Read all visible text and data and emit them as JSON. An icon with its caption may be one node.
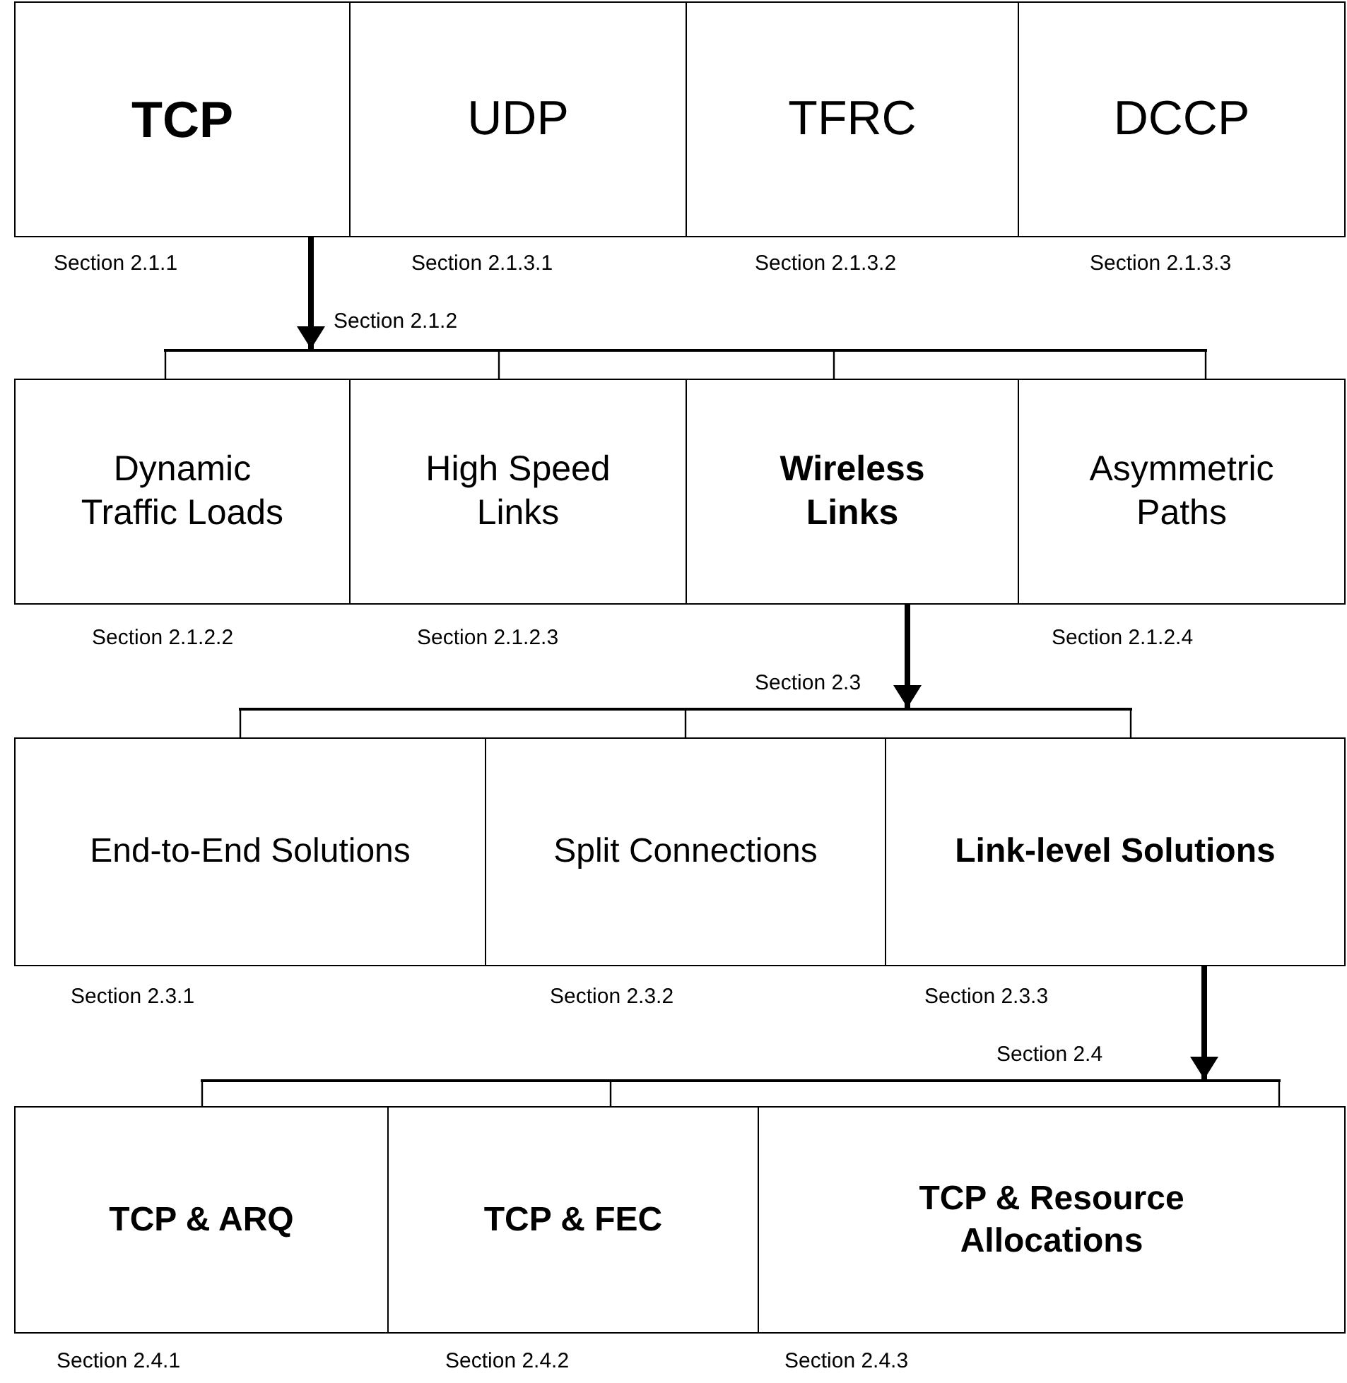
{
  "diagram": {
    "nodes": [
      {
        "text": [
          "TCP"
        ],
        "beside": [
          "Section 2.1.1"
        ]
      },
      {
        "text": [
          "UDP"
        ],
        "beside": [
          "Section 2.1.3.1"
        ]
      },
      {
        "text": [
          "TFRC"
        ],
        "beside": [
          "Section 2.1.3.2"
        ]
      },
      {
        "text": [
          "DCCP"
        ],
        "beside": [
          "Section 2.1.3.3"
        ]
      },
      {
        "text": [],
        "shape": "bar"
      },
      {
        "text": [
          "Dynamic Traffic Loads"
        ],
        "beside": [
          "Section 2.1.2.2"
        ]
      },
      {
        "text": [
          "High Speed Links"
        ],
        "beside": [
          "Section 2.1.2.3"
        ]
      },
      {
        "text": [
          "Wireless Links"
        ]
      },
      {
        "text": [
          "Asymmetric Paths"
        ],
        "beside": [
          "Section 2.1.2.4"
        ]
      },
      {
        "text": [],
        "shape": "bar"
      },
      {
        "text": [
          "End-to-End Solutions"
        ],
        "beside": [
          "Section 2.3.1"
        ]
      },
      {
        "text": [
          "Split Connections"
        ],
        "beside": [
          "Section 2.3.2"
        ]
      },
      {
        "text": [
          "Link-level Solutions"
        ],
        "beside": [
          "Section 2.3.3"
        ]
      },
      {
        "text": [],
        "shape": "bar"
      },
      {
        "text": [
          "TCP & ARQ"
        ],
        "beside": [
          "Section 2.4.1"
        ]
      },
      {
        "text": [
          "TCP & FEC"
        ],
        "beside": [
          "Section 2.4.2"
        ]
      },
      {
        "text": [
          "TCP & Resource Allocations"
        ],
        "beside": [
          "Section 2.4.3"
        ]
      }
    ],
    "edges": [
      {
        "from": 0,
        "to": 4,
        "arrow": "to",
        "label": "Section 2.1.2",
        "style": "thick"
      },
      {
        "from": 4,
        "to": 5,
        "arrow": "none"
      },
      {
        "from": 4,
        "to": 6,
        "arrow": "none"
      },
      {
        "from": 4,
        "to": 7,
        "arrow": "none"
      },
      {
        "from": 4,
        "to": 8,
        "arrow": "none"
      },
      {
        "from": 7,
        "to": 9,
        "arrow": "to",
        "label": "Section 2.3",
        "style": "thick"
      },
      {
        "from": 9,
        "to": 10,
        "arrow": "none"
      },
      {
        "from": 9,
        "to": 11,
        "arrow": "none"
      },
      {
        "from": 9,
        "to": 12,
        "arrow": "none"
      },
      {
        "from": 12,
        "to": 13,
        "arrow": "to",
        "label": "Section 2.4",
        "style": "thick"
      },
      {
        "from": 13,
        "to": 14,
        "arrow": "none"
      },
      {
        "from": 13,
        "to": 15,
        "arrow": "none"
      },
      {
        "from": 13,
        "to": 16,
        "arrow": "none"
      }
    ]
  }
}
